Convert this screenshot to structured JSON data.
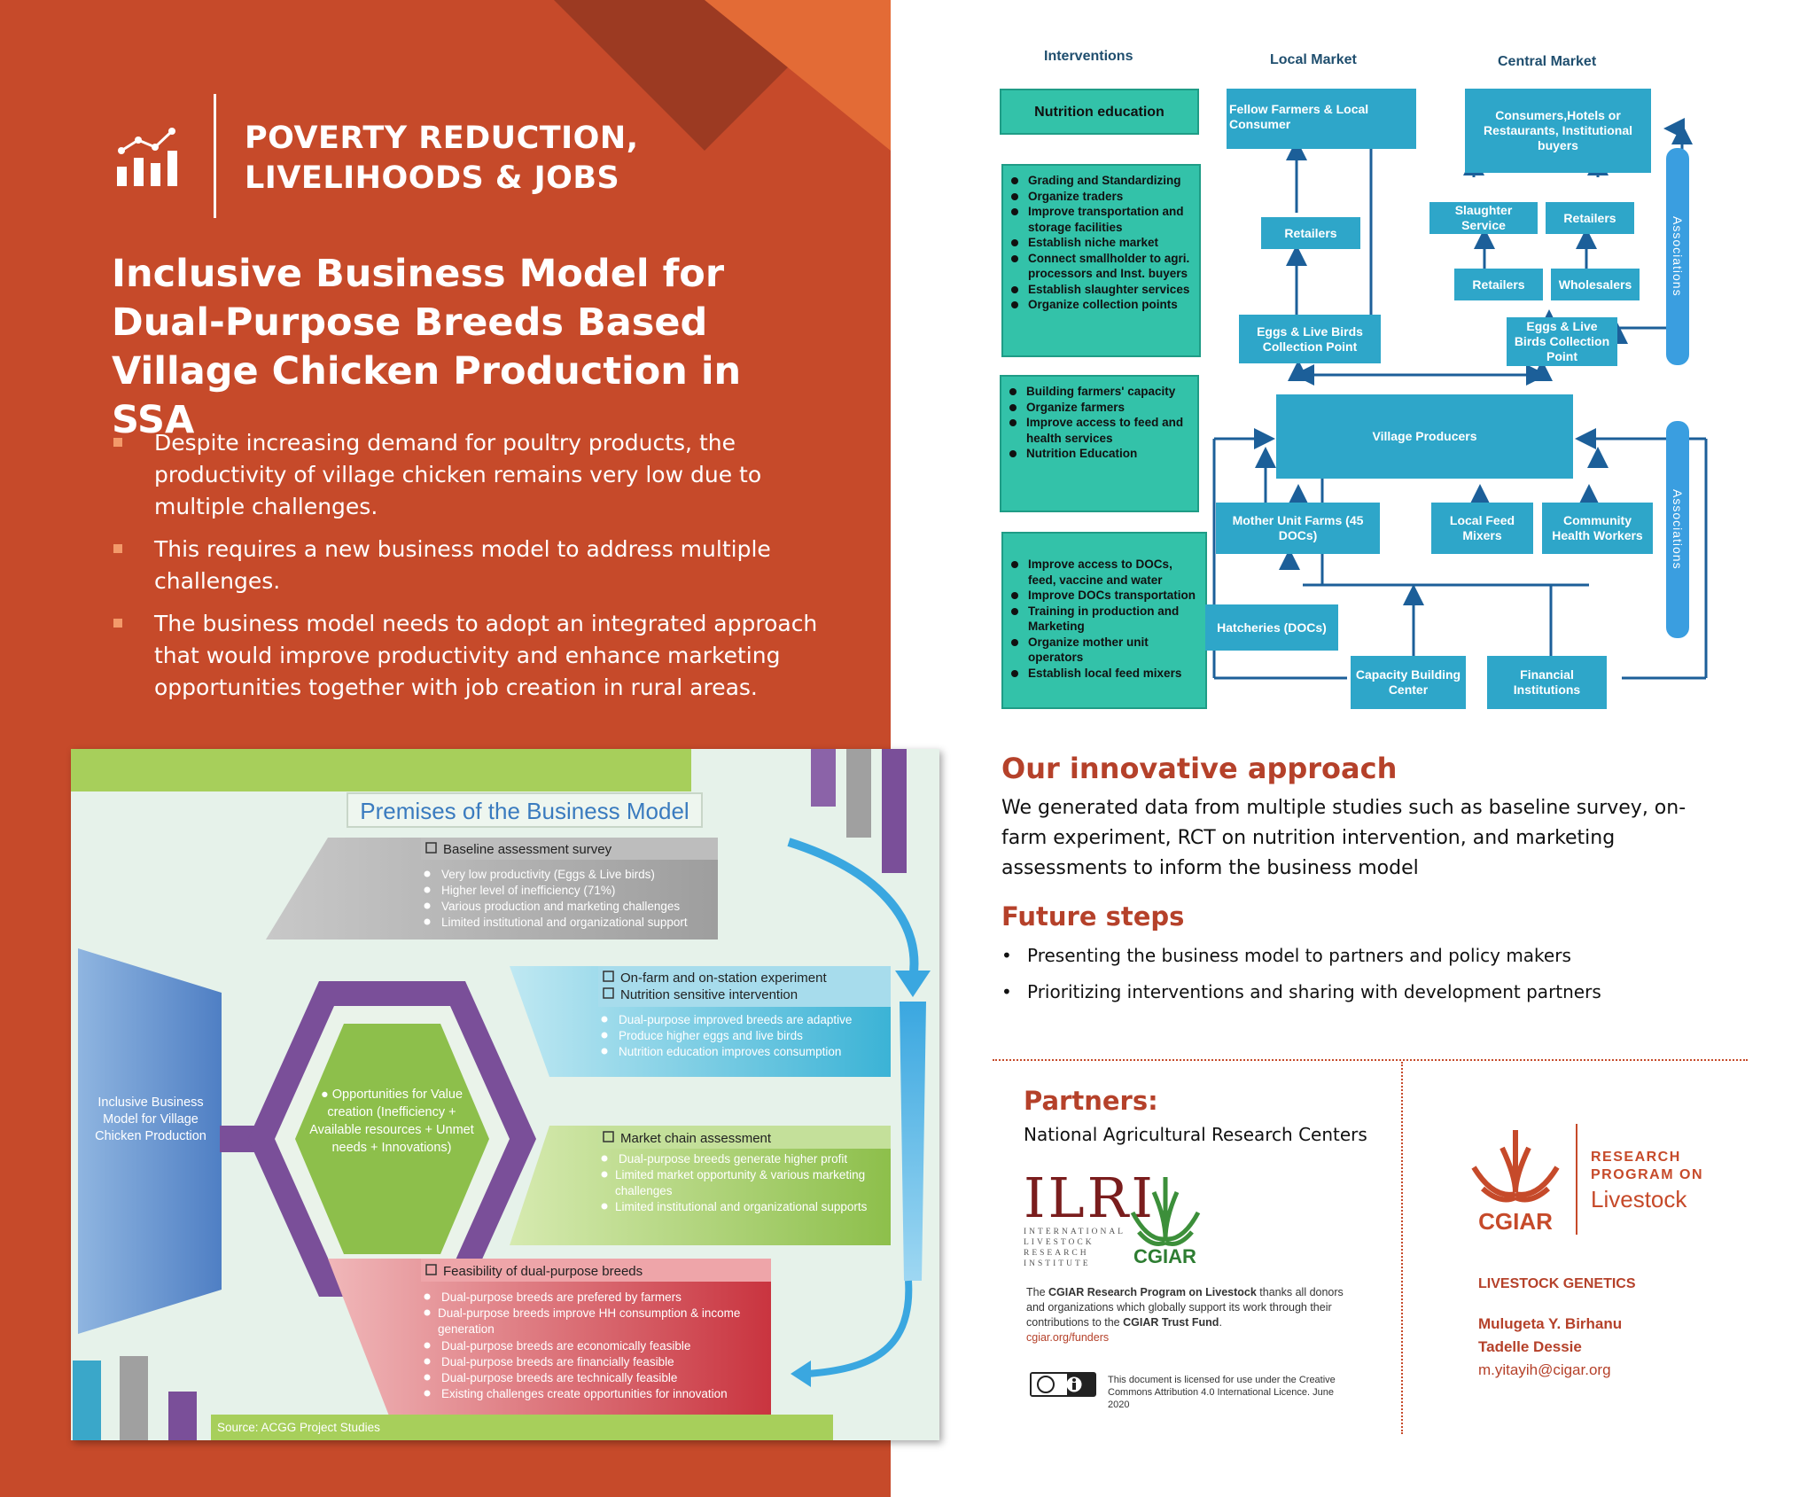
{
  "theme": {
    "line1": "POVERTY REDUCTION,",
    "line2": "LIVELIHOODS & JOBS"
  },
  "title": "Inclusive Business Model for Dual-Purpose Breeds Based Village Chicken Production in SSA",
  "bullets": [
    "Despite increasing demand for poultry products, the productivity of village chicken remains very low due to multiple challenges.",
    "This requires a new business model to address multiple challenges.",
    "The business model needs to adopt an integrated approach that would  improve  productivity and  enhance marketing opportunities together with job creation in rural areas."
  ],
  "premises": {
    "title": "Premises of the Business Model",
    "left_box": "Inclusive Business Model for Village Chicken Production",
    "hex_text": "Opportunities for Value creation (Inefficiency + Available resources + Unmet needs + Innovations)",
    "source": "Source: ACGG Project Studies",
    "baseline": {
      "head": "Baseline assessment survey",
      "items": [
        "Very low productivity  (Eggs & Live birds)",
        "Higher level of inefficiency (71%)",
        "Various production and marketing challenges",
        "Limited institutional and organizational support"
      ]
    },
    "onfarm": {
      "head1": "On-farm and on-station experiment",
      "head2": "Nutrition sensitive intervention",
      "items": [
        "Dual-purpose improved breeds are adaptive",
        "Produce higher eggs and live birds",
        "Nutrition  education improves consumption"
      ]
    },
    "market": {
      "head": "Market chain assessment",
      "items": [
        "Dual-purpose breeds generate higher profit",
        "Limited market opportunity & various marketing challenges",
        "Limited institutional and organizational supports"
      ]
    },
    "feasibility": {
      "head": "Feasibility of dual-purpose  breeds",
      "items": [
        "Dual-purpose breeds are prefered by farmers",
        "Dual-purpose breeds improve HH consumption & income generation",
        "Dual-purpose breeds are economically feasible",
        "Dual-purpose breeds are financially feasible",
        "Dual-purpose breeds are technically feasible",
        "Existing challenges create opportunities for innovation"
      ]
    }
  },
  "flow": {
    "col_interventions": "Interventions",
    "col_local": "Local Market",
    "col_central": "Central Market",
    "nutrition_education": "Nutrition education",
    "green1": [
      "Grading and Standardizing",
      "Organize traders",
      "Improve transportation and storage facilities",
      "Establish niche market",
      "Connect smallholder to agri. processors and Inst. buyers",
      "Establish slaughter services",
      "Organize collection points"
    ],
    "green2": [
      "Building farmers' capacity",
      "Organize farmers",
      "Improve access to feed and health services",
      "Nutrition Education"
    ],
    "green3": [
      "Improve access to DOCs, feed, vaccine and water",
      "Improve DOCs transportation",
      "Training in production and Marketing",
      "Organize mother unit operators",
      "Establish local feed mixers"
    ],
    "fellow": "Fellow Farmers & Local Consumer",
    "consumers": "Consumers,Hotels or Restaurants, Institutional buyers",
    "retailers_local": "Retailers",
    "slaughter": "Slaughter Service",
    "retailers_c1": "Retailers",
    "retailers_c2": "Retailers",
    "wholesalers": "Wholesalers",
    "collect_local": "Eggs & Live Birds Collection Point",
    "collect_central": "Eggs & Live Birds Collection Point",
    "village": "Village Producers",
    "mother": "Mother Unit Farms (45 DOCs)",
    "feed": "Local Feed Mixers",
    "chw": "Community Health Workers",
    "hatcheries": "Hatcheries (DOCs)",
    "capacity": "Capacity Building Center",
    "financial": "Financial Institutions",
    "assoc1": "Associations",
    "assoc2": "Associations"
  },
  "approach": {
    "heading": "Our innovative approach",
    "text": "We  generated data from multiple studies such as baseline survey, on-farm experiment, RCT on nutrition intervention, and marketing assessments  to inform the business model"
  },
  "future": {
    "heading": "Future steps",
    "items": [
      "Presenting the business model to partners and policy makers",
      "Prioritizing interventions and sharing with development partners"
    ]
  },
  "partners": {
    "heading": "Partners:",
    "sub": "National Agricultural Research Centers",
    "ilri": "ILRI",
    "ilri_sub": "INTERNATIONAL LIVESTOCK RESEARCH INSTITUTE",
    "cgiar": "CGIAR",
    "thanks_pre": "The ",
    "thanks_bold1": "CGIAR Research Program on Livestock",
    "thanks_mid": " thanks all donors and organizations which globally support its work through their contributions to the ",
    "thanks_bold2": "CGIAR Trust Fund",
    "thanks_end": ".",
    "link": "cgiar.org/funders",
    "license": "This document is licensed for use under the Creative Commons Attribution 4.0 International Licence. June 2020"
  },
  "program": {
    "cgiar": "CGIAR",
    "line1a": "RESEARCH",
    "line1b": "PROGRAM ON",
    "line2": "Livestock",
    "group": "LIVESTOCK GENETICS",
    "author1": "Mulugeta Y. Birhanu",
    "author2": "Tadelle Dessie",
    "email": "m.yitayih@cigar.org"
  },
  "colors": {
    "orange": "#c64a2a",
    "teal": "#2ea6c9",
    "green": "#33c2a9",
    "accent": "#b5412a"
  }
}
